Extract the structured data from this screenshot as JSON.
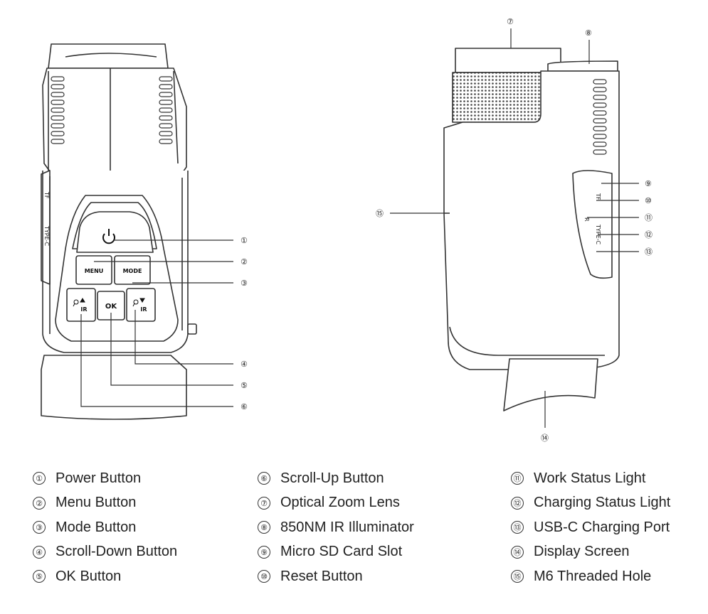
{
  "device_labels": {
    "tf": "TF",
    "type_c": "TYPE-C",
    "r": "R",
    "menu": "MENU",
    "mode": "MODE",
    "ok": "OK",
    "ir": "IR"
  },
  "callouts": [
    "①",
    "②",
    "③",
    "④",
    "⑤",
    "⑥",
    "⑦",
    "⑧",
    "⑨",
    "⑩",
    "⑪",
    "⑫",
    "⑬",
    "⑭",
    "⑮"
  ],
  "legend": [
    {
      "num": "①",
      "label": "Power Button"
    },
    {
      "num": "②",
      "label": "Menu Button"
    },
    {
      "num": "③",
      "label": "Mode Button"
    },
    {
      "num": "④",
      "label": "Scroll-Down Button"
    },
    {
      "num": "⑤",
      "label": "OK Button"
    },
    {
      "num": "⑥",
      "label": "Scroll-Up Button"
    },
    {
      "num": "⑦",
      "label": "Optical Zoom Lens"
    },
    {
      "num": "⑧",
      "label": "850NM IR Illuminator"
    },
    {
      "num": "⑨",
      "label": "Micro SD Card Slot"
    },
    {
      "num": "⑩",
      "label": "Reset Button"
    },
    {
      "num": "⑪",
      "label": "Work Status Light"
    },
    {
      "num": "⑫",
      "label": "Charging Status Light"
    },
    {
      "num": "⑬",
      "label": "USB-C Charging Port"
    },
    {
      "num": "⑭",
      "label": "Display Screen"
    },
    {
      "num": "⑮",
      "label": "M6 Threaded Hole"
    }
  ]
}
